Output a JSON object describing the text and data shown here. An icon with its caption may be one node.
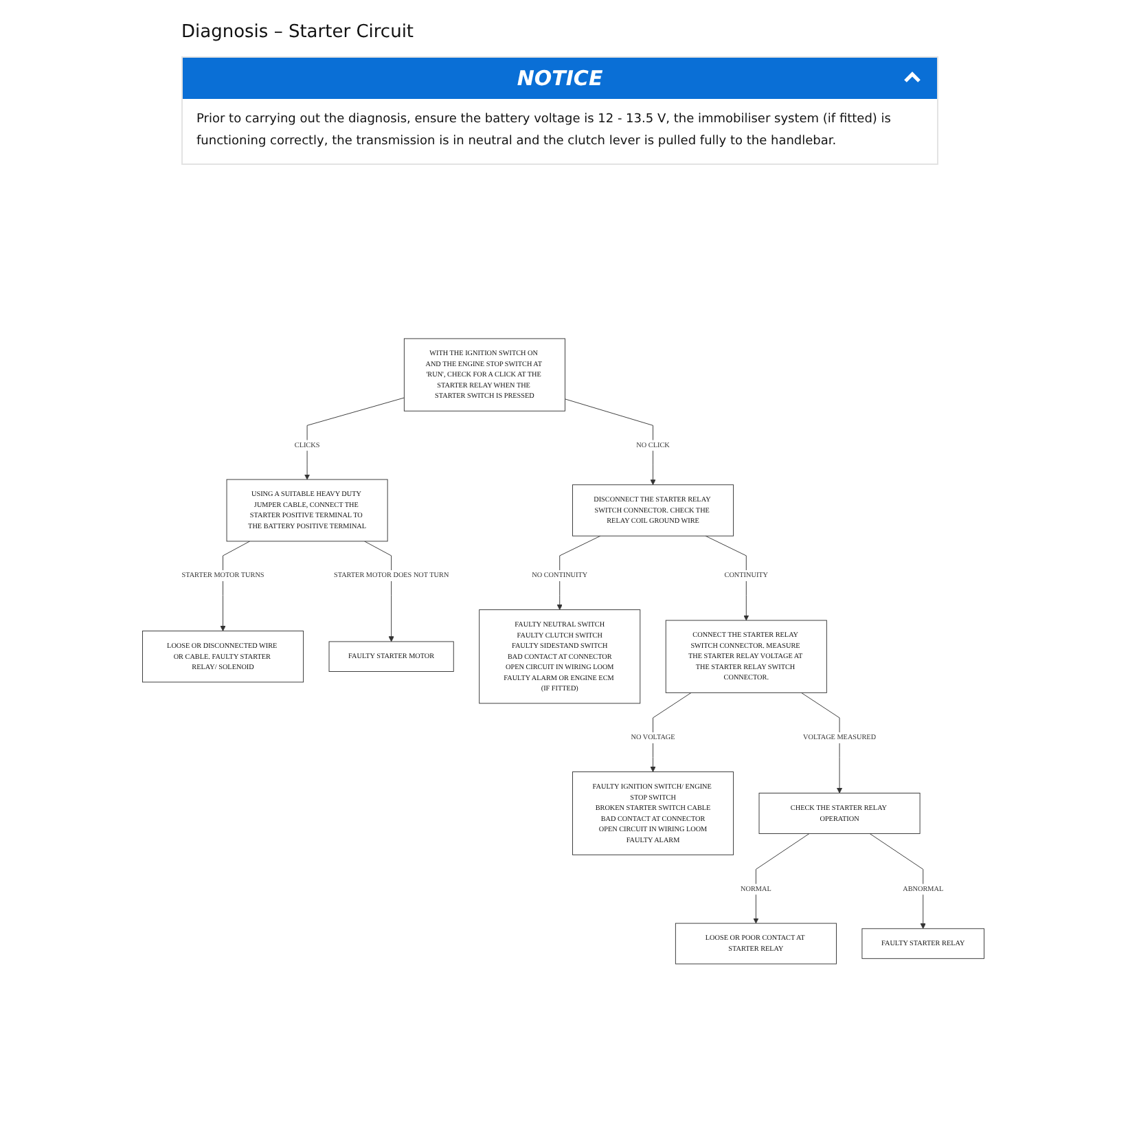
{
  "diagram": {
    "title": "Diagnosis – Starter Circuit",
    "nodes": [
      {
        "text": [
          "WITH THE IGNITION SWITCH ON AND THE ENGINE STOP SWITCH AT 'RUN', CHECK FOR A CLICK AT THE STARTER RELAY WHEN THE STARTER SWITCH IS PRESSED"
        ]
      },
      {
        "text": [
          "USING A SUITABLE HEAVY DUTY JUMPER CABLE, CONNECT THE STARTER POSITIVE TERMINAL TO THE BATTERY POSITIVE TERMINAL"
        ]
      },
      {
        "text": [
          "LOOSE OR DISCONNECTED WIRE OR CABLE. FAULTY STARTER RELAY/ SOLENOID"
        ]
      },
      {
        "text": [
          "FAULTY STARTER MOTOR"
        ]
      },
      {
        "text": [
          "DISCONNECT THE STARTER RELAY SWITCH CONNECTOR. CHECK THE RELAY COIL GROUND WIRE"
        ]
      },
      {
        "text": [
          "FAULTY NEUTRAL SWITCH",
          "FAULTY CLUTCH SWITCH",
          "FAULTY SIDESTAND SWITCH",
          "BAD CONTACT AT CONNECTOR",
          "OPEN CIRCUIT IN WIRING LOOM",
          "FAULTY ALARM OR ENGINE ECM (IF FITTED)"
        ]
      },
      {
        "text": [
          "CONNECT THE STARTER RELAY SWITCH CONNECTOR. MEASURE THE STARTER RELAY VOLTAGE AT THE STARTER RELAY SWITCH CONNECTOR."
        ]
      },
      {
        "text": [
          "FAULTY IGNITION SWITCH/ ENGINE STOP SWITCH",
          "BROKEN STARTER SWITCH CABLE",
          "BAD CONTACT AT CONNECTOR",
          "OPEN CIRCUIT IN WIRING LOOM",
          "FAULTY ALARM"
        ]
      },
      {
        "text": [
          "CHECK THE STARTER RELAY OPERATION"
        ]
      },
      {
        "text": [
          "LOOSE OR POOR CONTACT AT STARTER RELAY"
        ]
      },
      {
        "text": [
          "FAULTY STARTER RELAY"
        ]
      }
    ],
    "edges": [
      {
        "from": 0,
        "to": 1,
        "arrow": "to",
        "label": "CLICKS"
      },
      {
        "from": 1,
        "to": 2,
        "arrow": "to",
        "label": "STARTER MOTOR TURNS"
      },
      {
        "from": 1,
        "to": 3,
        "arrow": "to",
        "label": "STARTER MOTOR DOES NOT TURN"
      },
      {
        "from": 0,
        "to": 4,
        "arrow": "to",
        "label": "NO CLICK"
      },
      {
        "from": 4,
        "to": 5,
        "arrow": "to",
        "label": "NO CONTINUITY"
      },
      {
        "from": 4,
        "to": 6,
        "arrow": "to",
        "label": "CONTINUITY"
      },
      {
        "from": 6,
        "to": 7,
        "arrow": "to",
        "label": "NO VOLTAGE"
      },
      {
        "from": 6,
        "to": 8,
        "arrow": "to",
        "label": "VOLTAGE MEASURED"
      },
      {
        "from": 8,
        "to": 9,
        "arrow": "to",
        "label": "NORMAL"
      },
      {
        "from": 8,
        "to": 10,
        "arrow": "to",
        "label": "ABNORMAL"
      }
    ],
    "labels": [
      "NOTICE",
      "Prior to carrying out the diagnosis, ensure the battery voltage is 12 - 13.5 V, the immobiliser system (if fitted) is functioning correctly, the transmission is in neutral and the clutch lever is pulled fully to the handlebar."
    ]
  }
}
